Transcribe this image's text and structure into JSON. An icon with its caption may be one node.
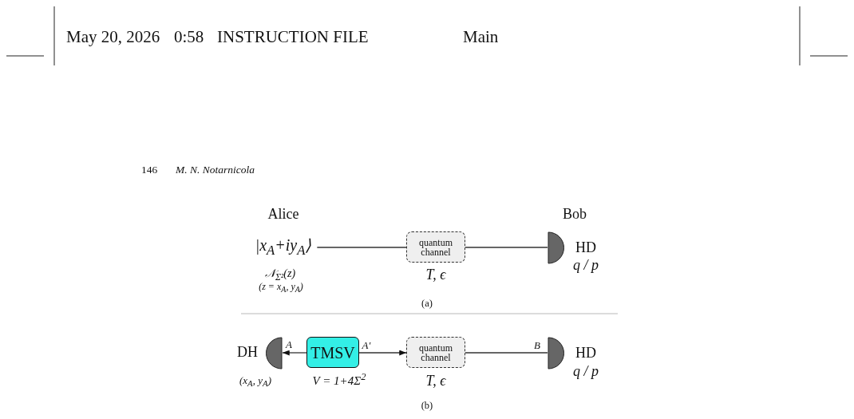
{
  "diagram": {
    "nodes": [
      {
        "text": [
          "|x$_{A}$+iy$_{A}$⟩"
        ],
        "beside": [
          "𝒩$_{Σ²}$(z)",
          "(z = x$_{A}$, y$_{A}$)"
        ]
      },
      {
        "text": [
          "quantum channel"
        ],
        "beside": [
          "T, ϵ"
        ]
      },
      {
        "text": [],
        "shape": "semicircle",
        "beside": [
          "HD",
          "q / p"
        ]
      },
      {
        "text": [],
        "shape": "semicircle",
        "beside": [
          "DH",
          "(x$_{A}$, y$_{A}$)"
        ]
      },
      {
        "text": [
          "TMSV"
        ],
        "beside": [
          "V = 1+4Σ$^{2}$"
        ]
      },
      {
        "text": [
          "quantum channel"
        ],
        "beside": [
          "T, ϵ"
        ]
      },
      {
        "text": [],
        "shape": "semicircle",
        "beside": [
          "HD",
          "q / p"
        ]
      }
    ],
    "edges": [
      {
        "from": 0,
        "to": 1,
        "arrow": "none"
      },
      {
        "from": 1,
        "to": 2,
        "arrow": "none"
      },
      {
        "from": 4,
        "to": 3,
        "arrow": "to",
        "label": "A"
      },
      {
        "from": 4,
        "to": 5,
        "arrow": "to",
        "label": "A′"
      },
      {
        "from": 5,
        "to": 6,
        "arrow": "none",
        "label": "B"
      }
    ],
    "labels": [
      "May 20, 2026",
      "0:58",
      "INSTRUCTION FILE",
      "Main",
      "146",
      "M. N. Notarnicola",
      "Alice",
      "Bob",
      "(a)",
      "(b)"
    ]
  }
}
